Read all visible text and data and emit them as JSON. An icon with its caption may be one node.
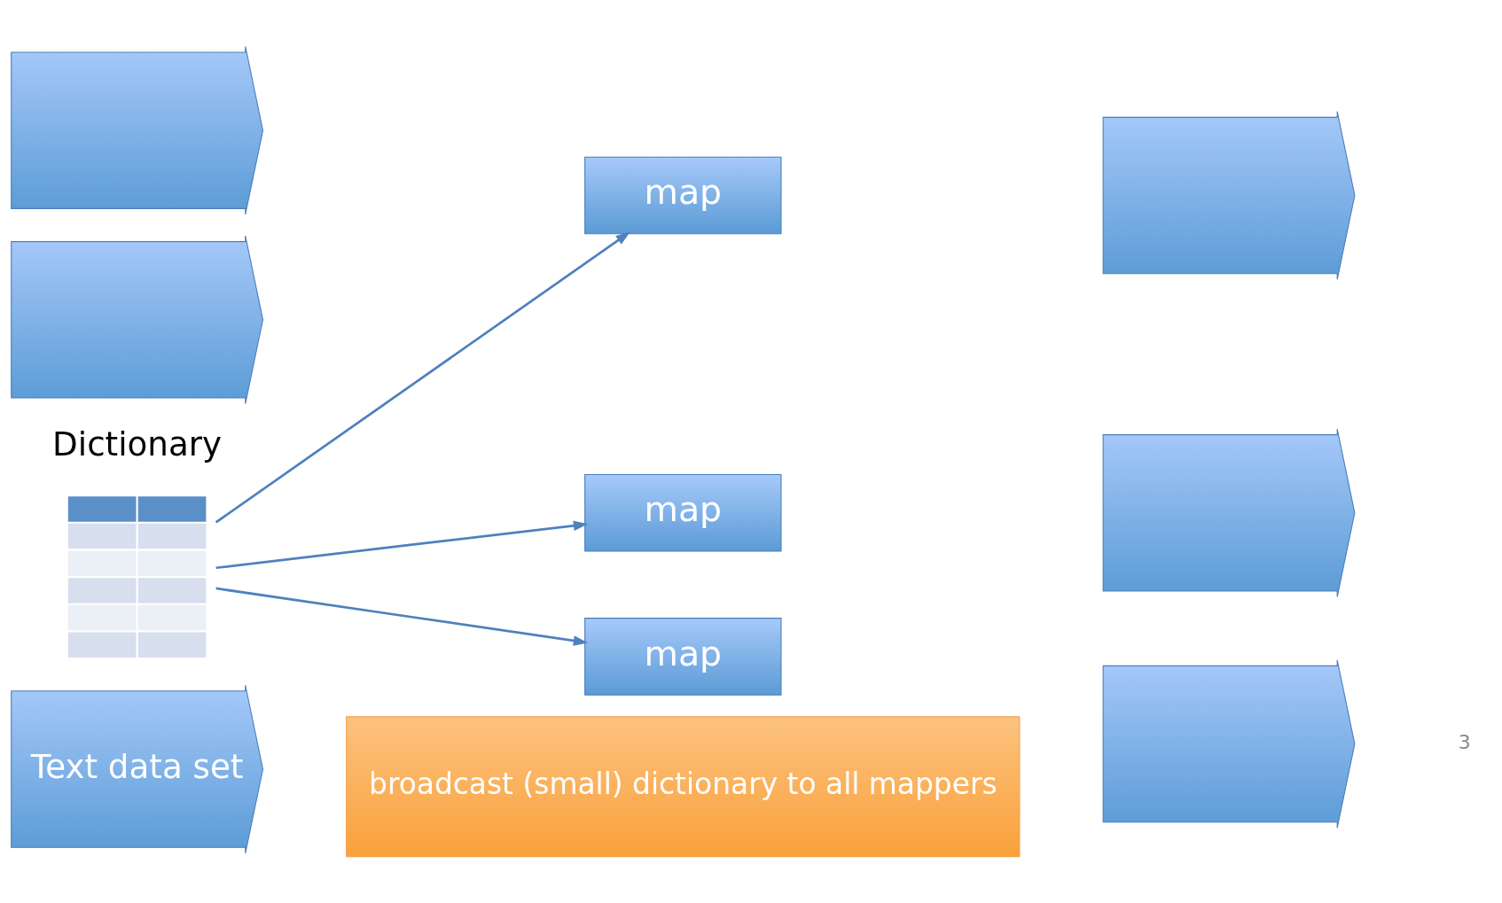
{
  "diagram": {
    "nodes": [
      {
        "text": [],
        "shape": "arrow"
      },
      {
        "text": [],
        "shape": "arrow"
      },
      {
        "text": [
          "Text data set"
        ]
      },
      {
        "text": [
          "map"
        ]
      },
      {
        "text": [
          "map"
        ]
      },
      {
        "text": [
          "map"
        ]
      },
      {
        "text": [],
        "shape": "arrow"
      },
      {
        "text": [],
        "shape": "arrow"
      },
      {
        "text": [],
        "shape": "arrow"
      },
      {
        "text": [],
        "shape": "table",
        "beside": [
          "Dictionary"
        ]
      },
      {
        "text": [
          "broadcast (small) dictionary to all mappers"
        ]
      }
    ],
    "edges": [
      {
        "from": 9,
        "to": 3,
        "arrow": "to"
      },
      {
        "from": 9,
        "to": 4,
        "arrow": "to"
      },
      {
        "from": 9,
        "to": 5,
        "arrow": "to"
      }
    ],
    "labels": [
      "3"
    ]
  }
}
